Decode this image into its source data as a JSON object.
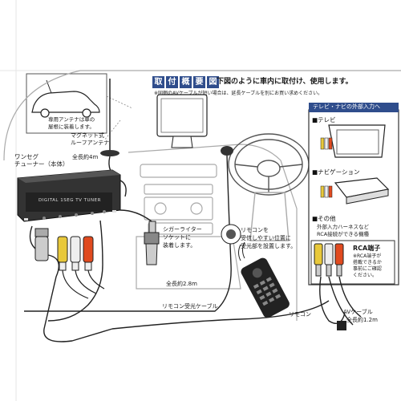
{
  "title": {
    "chars": [
      "取",
      "付",
      "概",
      "要",
      "図"
    ],
    "lead": "下図のように車内に取付け、使用します。",
    "note": "※同梱のAVケーブルが短い場合は、延長ケーブルを別にお買い求めください。"
  },
  "car_callout": {
    "text_line1": "専用アンテナは車の",
    "text_line2": "屋根に装着します。"
  },
  "antenna": {
    "label_line1": "マグネット式",
    "label_line2": "ルーフアンテナ",
    "cable_length": "全長約4m"
  },
  "tuner": {
    "label_line1": "ワンセグ",
    "label_line2": "チューナー（本体）",
    "panel_text": "DIGITAL 1SEG TV TUNER"
  },
  "cigar": {
    "label_line1": "シガーライター",
    "label_line2": "ソケットに",
    "label_line3": "装着します。"
  },
  "remote_sensor": {
    "label_line1": "リモコンを",
    "label_line2": "受信しやすい位置に",
    "label_line3": "受光部を設置します。",
    "cable_length": "全長約2.8m",
    "cable_label": "リモコン受光ケーブル"
  },
  "remote": {
    "label": "リモコン"
  },
  "external": {
    "header": "テレビ・ナビの外部入力へ",
    "tv": "テレビ",
    "navigation": "ナビゲーション",
    "other": "その他",
    "other_desc_line1": "外部入力ハーネスなど",
    "other_desc_line2": "RCA接続ができる機種"
  },
  "rca": {
    "title": "RCA端子",
    "desc_line1": "※RCA端子が",
    "desc_line2": "搭載できるか",
    "desc_line3": "事前にご確認",
    "desc_line4": "ください。"
  },
  "av_cable": {
    "label": "AVケーブル",
    "length": "全長約1.2m"
  },
  "colors": {
    "accent": "#2f4d8c",
    "rca_red": "#e04a1f",
    "rca_yellow": "#e8c83a",
    "line": "#222222"
  }
}
